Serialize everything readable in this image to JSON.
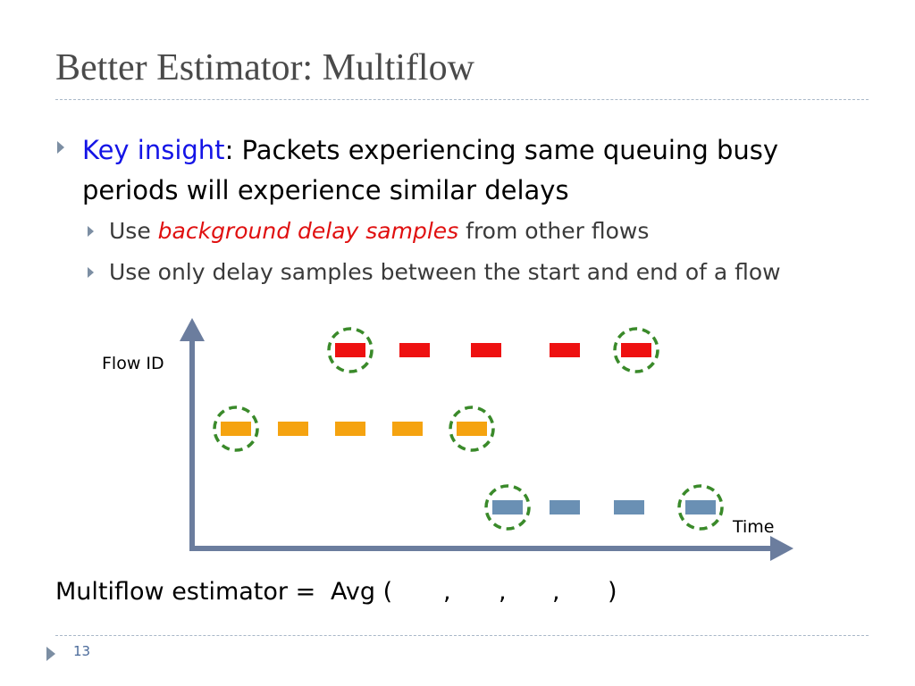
{
  "slide": {
    "title": "Better Estimator: Multiflow",
    "page_number": "13"
  },
  "bullets": {
    "main_key": "Key insight",
    "main_rest": ": Packets experiencing same queuing busy periods will experience similar delays",
    "sub1_pre": "Use ",
    "sub1_emph": "background delay samples",
    "sub1_post": " from other flows",
    "sub2": "Use only delay samples between the start and end of a flow"
  },
  "diagram": {
    "y_label": "Flow ID",
    "x_label": "Time",
    "colors": {
      "axis": "#6b7d9e",
      "flow_top": "#ee1111",
      "flow_mid": "#f5a310",
      "flow_bottom": "#6a90b4",
      "circle": "#3a8a2a"
    },
    "flows": [
      {
        "name": "flow-top",
        "color_key": "flow_top",
        "samples": 5,
        "circled": [
          0,
          4
        ]
      },
      {
        "name": "flow-middle",
        "color_key": "flow_mid",
        "samples": 5,
        "circled": [
          0,
          4
        ]
      },
      {
        "name": "flow-bottom",
        "color_key": "flow_bottom",
        "samples": 4,
        "circled": [
          0,
          3
        ]
      }
    ]
  },
  "formula": {
    "label": "Multiflow estimator =",
    "avg_open": "Avg (",
    "comma": ",",
    "close": ")"
  }
}
